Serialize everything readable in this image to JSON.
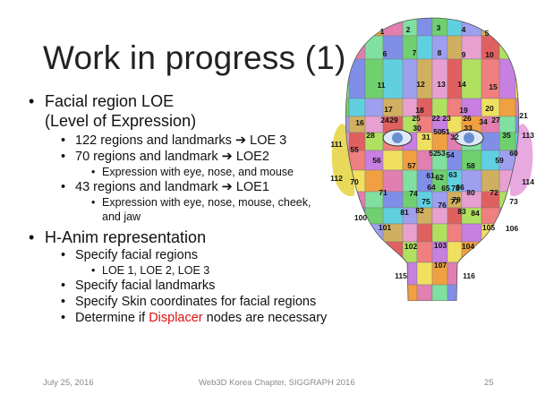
{
  "slide": {
    "title": "Work in progress (1)",
    "bullet_symbol": "•",
    "arrow_symbol": "➔",
    "items": {
      "loe_title": "Facial region LOE",
      "loe_sub": "(Level of Expression)",
      "r122_a": "122 regions and landmarks",
      "r122_b": "LOE 3",
      "r70_a": "70 regions and landmark",
      "r70_b": "LOE2",
      "r70_detail": "Expression with eye, nose, and mouse",
      "r43_a": "43 regions and landmark",
      "r43_b": "LOE1",
      "r43_detail_1": "Expression with eye, nose, mouse, cheek,",
      "r43_detail_2": "and jaw",
      "hanim": "H-Anim representation",
      "specify_regions": "Specify facial regions",
      "loe_list": "LOE 1, LOE 2, LOE 3",
      "specify_landmarks": "Specify facial landmarks",
      "specify_skin": "Specify Skin coordinates for facial regions",
      "determine_pre": "Determine if ",
      "determine_red": "Displacer",
      "determine_post": " nodes are necessary"
    }
  },
  "face_labels": [
    "1",
    "2",
    "3",
    "4",
    "5",
    "6",
    "7",
    "8",
    "9",
    "10",
    "11",
    "12",
    "13",
    "14",
    "15",
    "16",
    "17",
    "18",
    "19",
    "20",
    "21",
    "22",
    "23",
    "24",
    "25",
    "26",
    "27",
    "28",
    "29",
    "30",
    "31",
    "32",
    "33",
    "34",
    "35",
    "50",
    "51",
    "52",
    "53",
    "54",
    "55",
    "56",
    "57",
    "58",
    "59",
    "60",
    "61",
    "62",
    "63",
    "64",
    "65",
    "66",
    "70",
    "71",
    "72",
    "73",
    "74",
    "75",
    "76",
    "77",
    "78",
    "79",
    "80",
    "81",
    "82",
    "83",
    "84",
    "100",
    "101",
    "102",
    "103",
    "104",
    "105",
    "106",
    "107",
    "111",
    "112",
    "113",
    "114",
    "115",
    "116"
  ],
  "colors": {
    "accent_red": "#e01010",
    "text": "#111111",
    "footer": "#8a8a8a"
  },
  "footer": {
    "date": "July 25, 2016",
    "event": "Web3D Korea Chapter, SIGGRAPH 2016",
    "page": "25"
  }
}
